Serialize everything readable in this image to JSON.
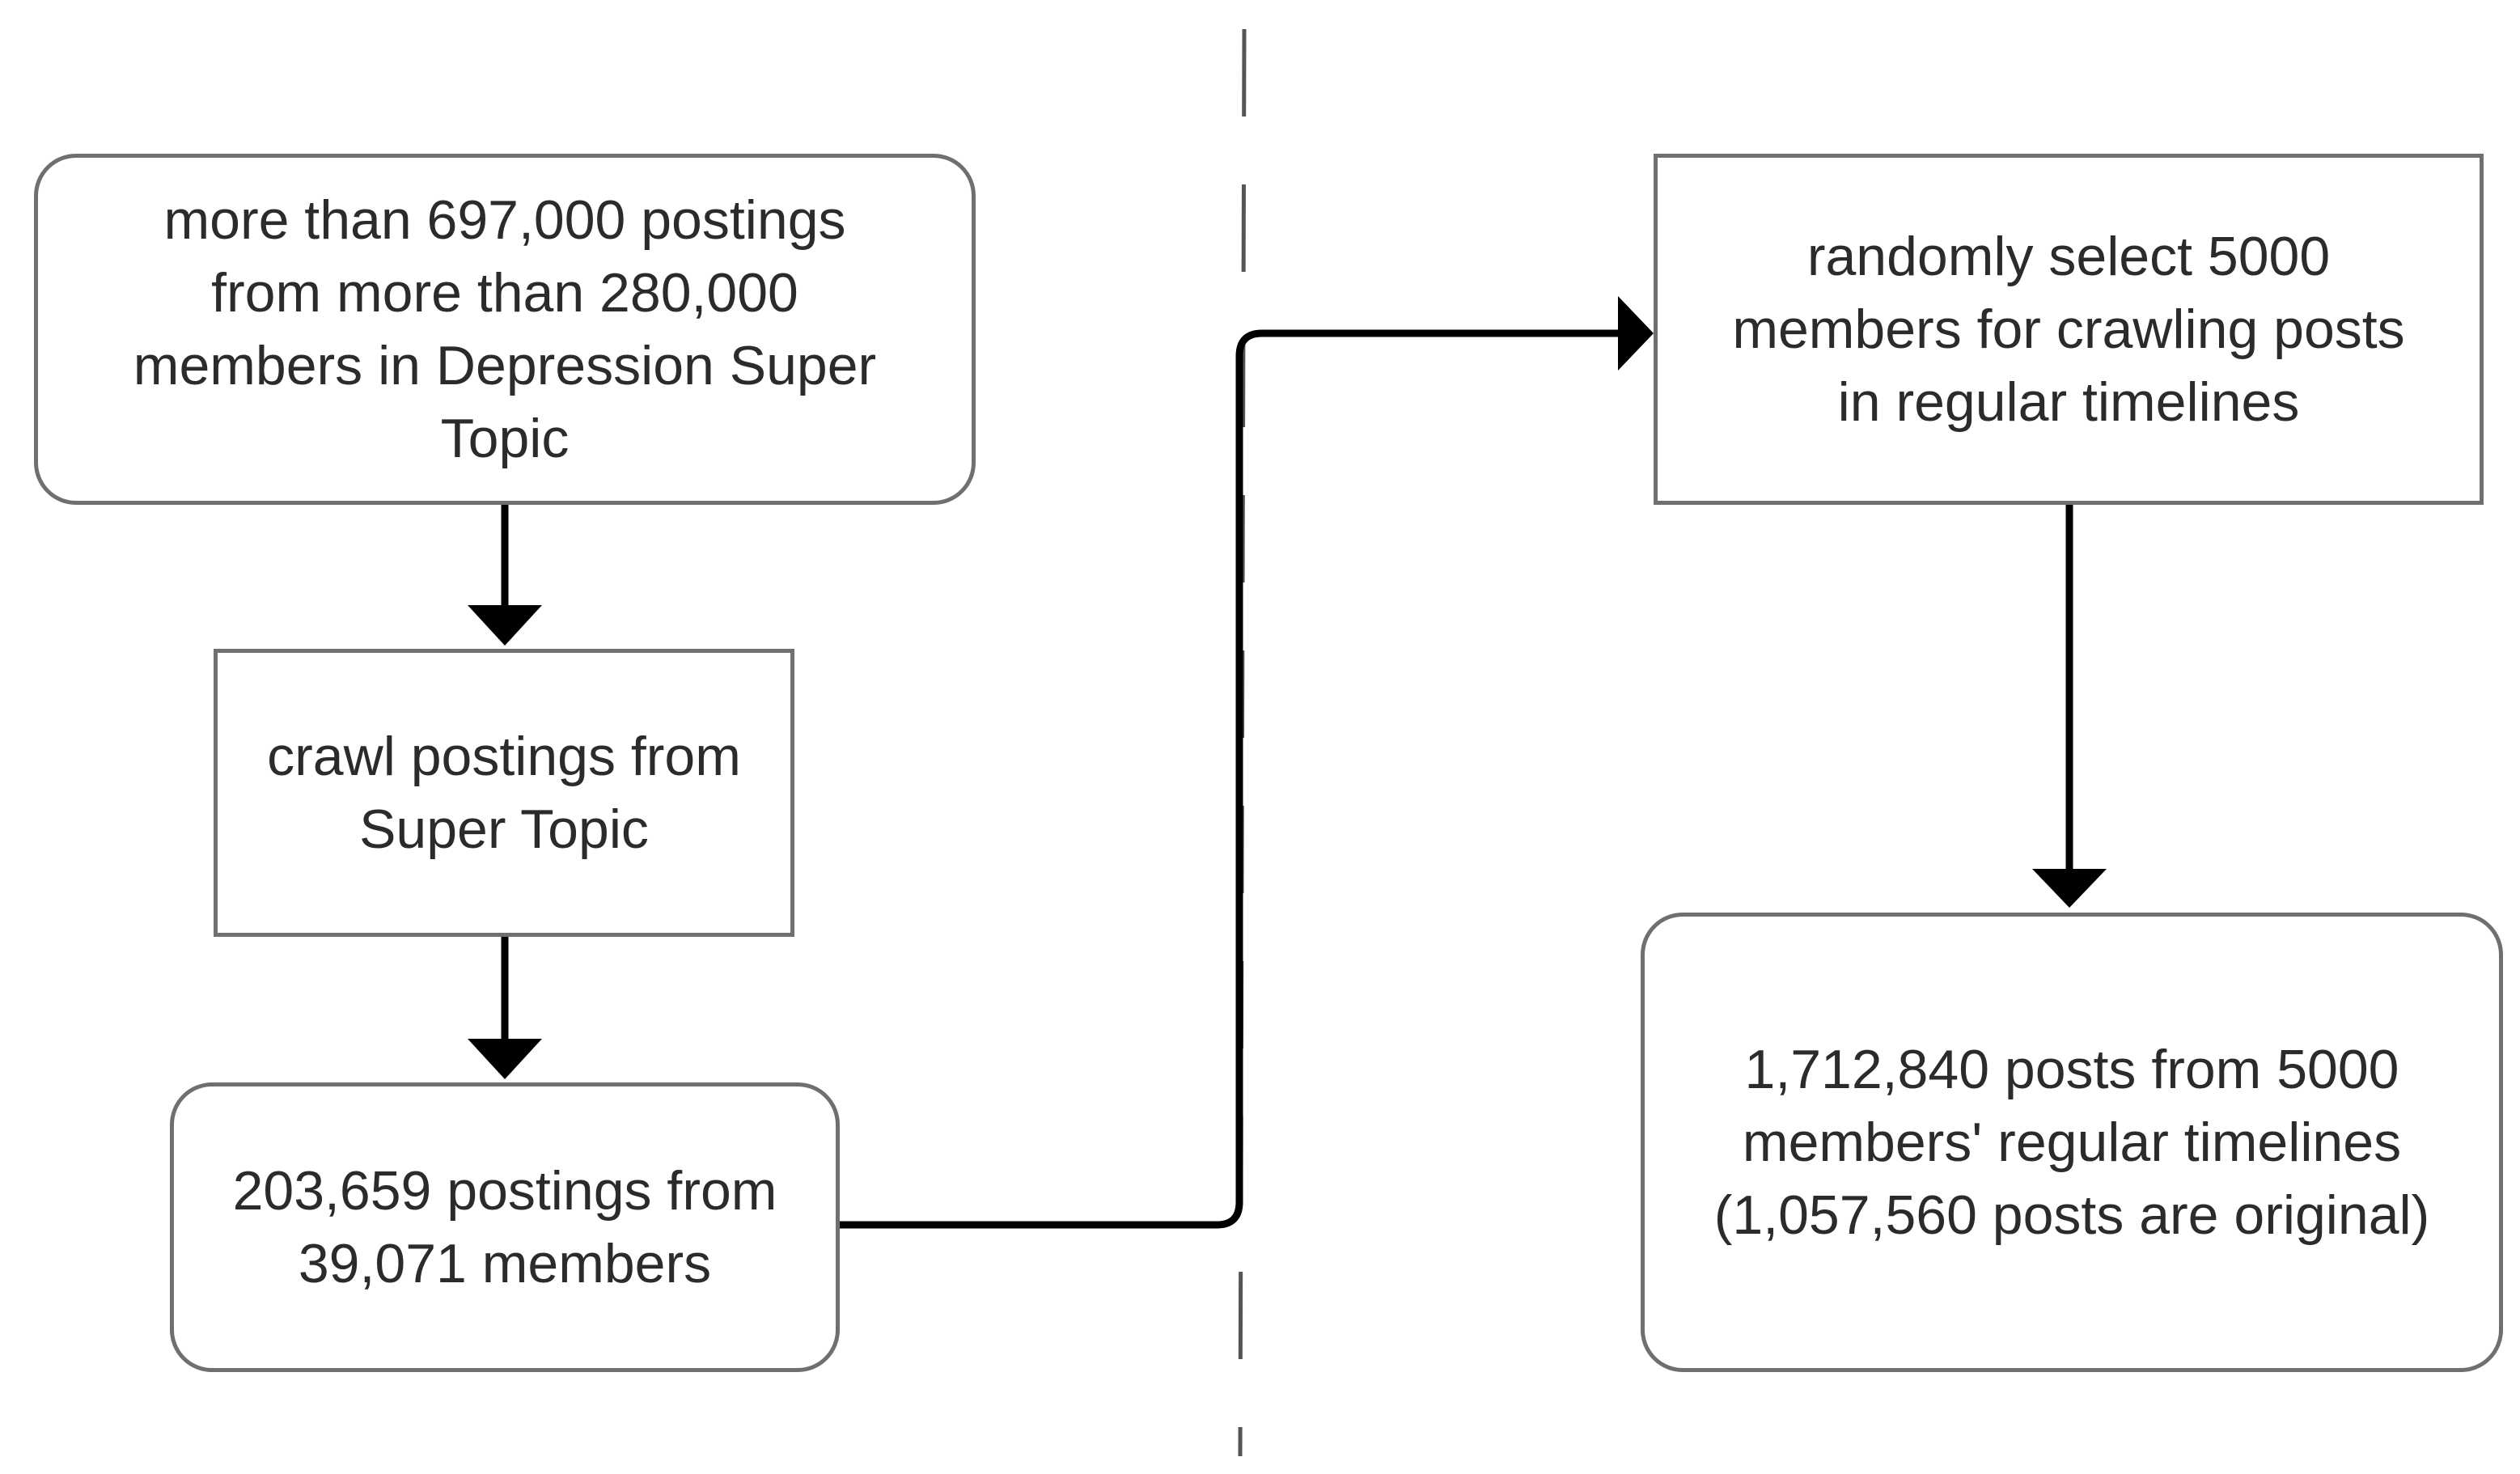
{
  "diagram": {
    "nodes": {
      "source": "more than 697,000 postings\nfrom more than 280,000\nmembers in Depression Super\nTopic",
      "crawl": "crawl postings from\nSuper Topic",
      "result": "203,659 postings from\n39,071 members",
      "select": "randomly select 5000\nmembers for crawling posts\nin regular timelines",
      "final": "1,712,840 posts from 5000\nmembers' regular timelines\n(1,057,560 posts are original)"
    },
    "edges": [
      {
        "from": "source",
        "to": "crawl"
      },
      {
        "from": "crawl",
        "to": "result"
      },
      {
        "from": "result",
        "to": "select"
      },
      {
        "from": "select",
        "to": "final"
      }
    ],
    "colors": {
      "box_border": "#6f6f6f",
      "text": "#2b2b2b",
      "arrow": "#000000",
      "divider": "#555555"
    }
  }
}
